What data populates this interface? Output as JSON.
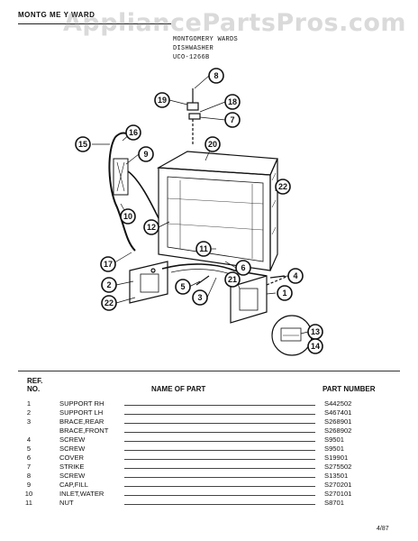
{
  "header": {
    "brand": "MONTG ME   Y WARD",
    "model_lines": [
      "MONTGOMERY WARDS",
      "DISHWASHER",
      "UCO-1266B"
    ]
  },
  "watermark": "AppliancePartsPros.com",
  "callouts": [
    "8",
    "19",
    "18",
    "7",
    "16",
    "15",
    "9",
    "20",
    "22",
    "10",
    "12",
    "11",
    "17",
    "6",
    "4",
    "2",
    "5",
    "3",
    "21",
    "1",
    "22",
    "13",
    "14"
  ],
  "table": {
    "col_ref": "REF.",
    "col_no": "NO.",
    "col_name": "NAME OF PART",
    "col_part": "PART NUMBER",
    "rows": [
      {
        "ref": "1",
        "name": "SUPPORT RH",
        "part": "S442502"
      },
      {
        "ref": "2",
        "name": "SUPPORT LH",
        "part": "S467401"
      },
      {
        "ref": "3",
        "name": "BRACE,REAR",
        "part": "S268901"
      },
      {
        "ref": "",
        "name": "BRACE,FRONT",
        "part": "S268902"
      },
      {
        "ref": "4",
        "name": "SCREW",
        "part": "S9501"
      },
      {
        "ref": "5",
        "name": "SCREW",
        "part": "S9501"
      },
      {
        "ref": "6",
        "name": "COVER",
        "part": "S19901"
      },
      {
        "ref": "7",
        "name": "STRIKE",
        "part": "S275502"
      },
      {
        "ref": "8",
        "name": "SCREW",
        "part": "S13501"
      },
      {
        "ref": "9",
        "name": "CAP,FILL",
        "part": "S270201"
      },
      {
        "ref": "10",
        "name": "INLET,WATER",
        "part": "S270101"
      },
      {
        "ref": "11",
        "name": "NUT",
        "part": "S8701"
      }
    ]
  },
  "footer": {
    "date": "4/87"
  }
}
